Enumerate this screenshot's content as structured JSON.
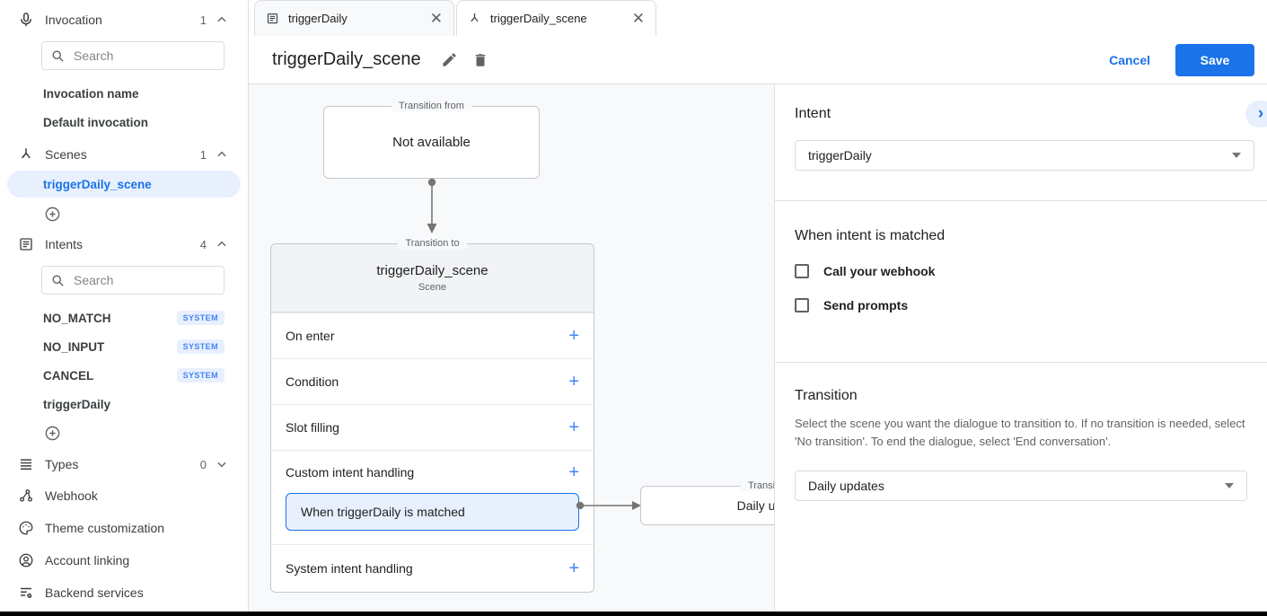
{
  "colors": {
    "accent": "#1a73e8",
    "selected_bg": "#e8f0fe",
    "badge_bg": "#e8f0fe",
    "badge_text": "#4285f4",
    "canvas_bg": "#f8f9fa"
  },
  "sidebar": {
    "invocation": {
      "label": "Invocation",
      "count": "1",
      "search_placeholder": "Search",
      "items": [
        {
          "label": "Invocation name"
        },
        {
          "label": "Default invocation"
        }
      ]
    },
    "scenes": {
      "label": "Scenes",
      "count": "1",
      "items": [
        {
          "label": "triggerDaily_scene",
          "selected": true
        }
      ]
    },
    "intents": {
      "label": "Intents",
      "count": "4",
      "search_placeholder": "Search",
      "items": [
        {
          "label": "NO_MATCH",
          "badge": "SYSTEM"
        },
        {
          "label": "NO_INPUT",
          "badge": "SYSTEM"
        },
        {
          "label": "CANCEL",
          "badge": "SYSTEM"
        },
        {
          "label": "triggerDaily"
        }
      ]
    },
    "types": {
      "label": "Types",
      "count": "0"
    },
    "links": [
      {
        "label": "Webhook"
      },
      {
        "label": "Theme customization"
      },
      {
        "label": "Account linking"
      },
      {
        "label": "Backend services"
      }
    ]
  },
  "tabs": [
    {
      "label": "triggerDaily"
    },
    {
      "label": "triggerDaily_scene"
    }
  ],
  "header": {
    "title": "triggerDaily_scene",
    "cancel_label": "Cancel",
    "save_label": "Save"
  },
  "canvas": {
    "transition_from": {
      "legend": "Transition from",
      "text": "Not available"
    },
    "scene_card": {
      "legend": "Transition to",
      "title": "triggerDaily_scene",
      "subtitle": "Scene",
      "rows": [
        {
          "label": "On enter"
        },
        {
          "label": "Condition"
        },
        {
          "label": "Slot filling"
        },
        {
          "label": "Custom intent handling",
          "chip": "When triggerDaily is matched"
        },
        {
          "label": "System intent handling"
        }
      ]
    },
    "next_node": {
      "legend": "Transition to",
      "text": "Daily updates"
    }
  },
  "panel": {
    "intent": {
      "heading": "Intent",
      "value": "triggerDaily"
    },
    "matched": {
      "heading": "When intent is matched",
      "options": [
        {
          "label": "Call your webhook",
          "checked": false
        },
        {
          "label": "Send prompts",
          "checked": false
        }
      ]
    },
    "transition": {
      "heading": "Transition",
      "description": "Select the scene you want the dialogue to transition to. If no transition is needed, select 'No transition'. To end the dialogue, select 'End conversation'.",
      "value": "Daily updates"
    }
  }
}
